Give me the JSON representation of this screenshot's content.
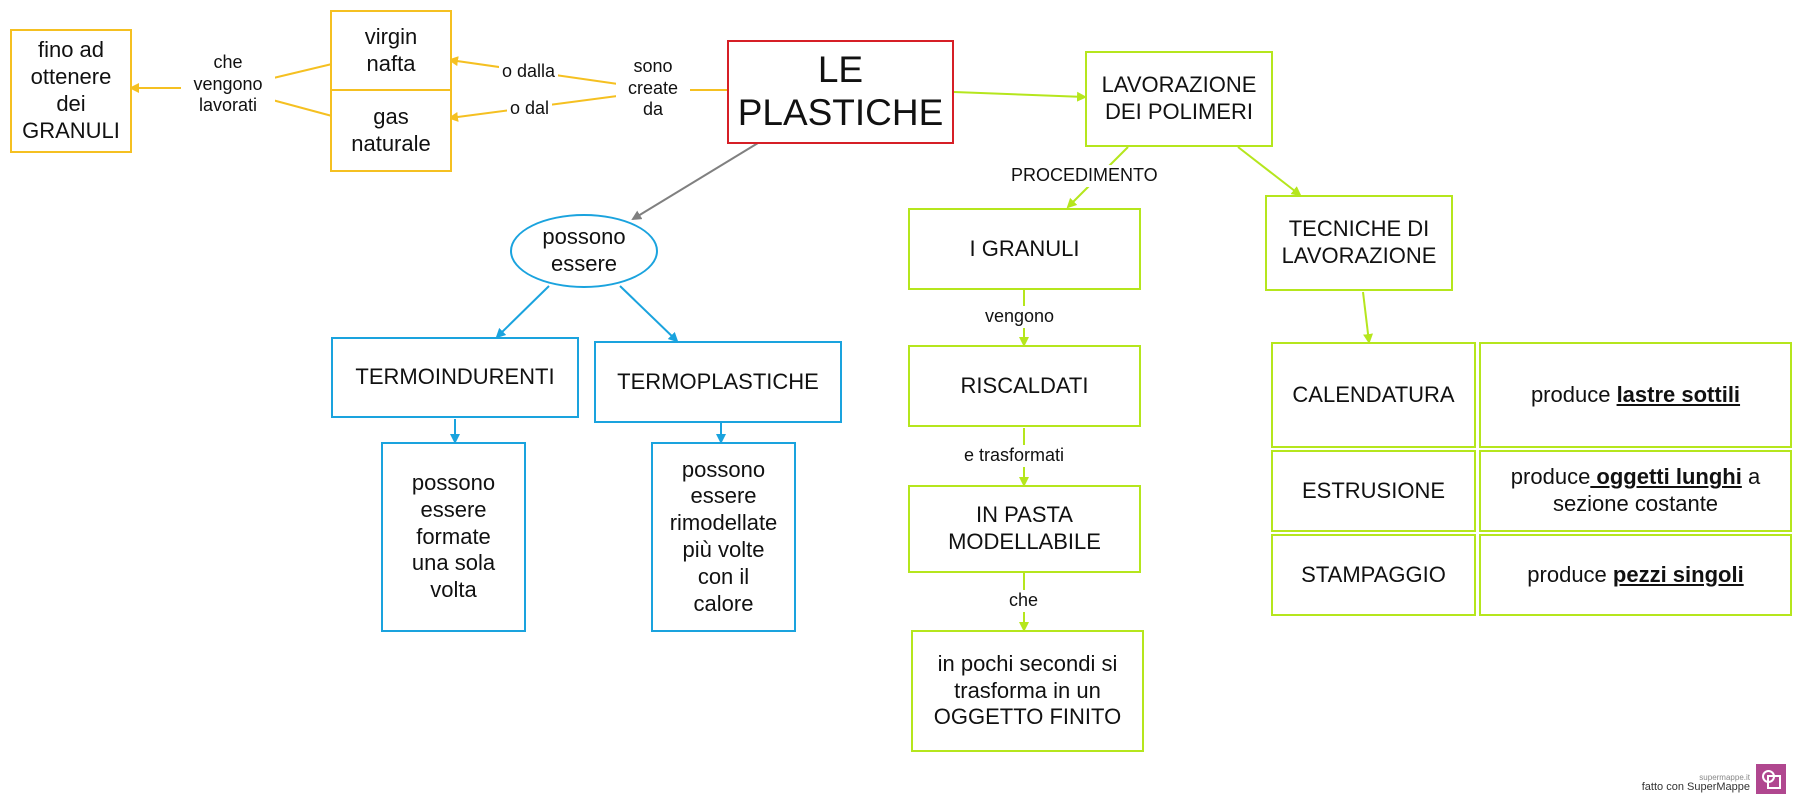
{
  "colors": {
    "yellow": "#f5c021",
    "red": "#d61f26",
    "green": "#b5e61d",
    "blue": "#1aa3de",
    "gray": "#808080"
  },
  "nodes": {
    "title": [
      "LE",
      "PLASTICHE"
    ],
    "fino_ad": [
      "fino ad",
      "ottenere",
      "dei",
      "GRANULI"
    ],
    "virgin_nafta": [
      "virgin",
      "nafta"
    ],
    "gas_naturale": [
      "gas",
      "naturale"
    ],
    "possono_essere": [
      "possono",
      "essere"
    ],
    "termoindurenti": "TERMOINDURENTI",
    "termoplastiche": "TERMOPLASTICHE",
    "termoind_desc": [
      "possono",
      "essere",
      "formate",
      "una sola",
      "volta"
    ],
    "termopl_desc": [
      "possono",
      "essere",
      "rimodellate",
      "più volte",
      "con il",
      "calore"
    ],
    "lavorazione": [
      "LAVORAZIONE",
      "DEI POLIMERI"
    ],
    "granuli": "I GRANULI",
    "riscaldati": "RISCALDATI",
    "in_pasta": [
      "IN PASTA",
      "MODELLABILE"
    ],
    "oggetto_finito": [
      "in pochi secondi si",
      "trasforma in un",
      "OGGETTO FINITO"
    ],
    "tecniche": [
      "TECNICHE DI",
      "LAVORAZIONE"
    ],
    "calendatura": "CALENDATURA",
    "estrusione": "ESTRUSIONE",
    "stampaggio": "STAMPAGGIO",
    "calendatura_desc": {
      "pre": "produce ",
      "bold": "lastre sottili",
      "post": ""
    },
    "estrusione_desc": {
      "pre": "produce",
      "bold": " oggetti lunghi",
      "post": " a sezione costante"
    },
    "stampaggio_desc": {
      "pre": "produce ",
      "bold": "pezzi singoli",
      "post": ""
    }
  },
  "labels": {
    "sono_create_da": [
      "sono",
      "create",
      "da"
    ],
    "o_dalla": "o dalla",
    "o_dal": "o dal",
    "che_vengono_lavorati": [
      "che",
      "vengono",
      "lavorati"
    ],
    "procedimento": "PROCEDIMENTO",
    "vengono": "vengono",
    "e_trasformati": "e trasformati",
    "che": "che"
  },
  "footer": {
    "site": "supermappe.it",
    "text": "fatto con SuperMappe",
    "logo_icon": "supermappe-logo-icon"
  }
}
